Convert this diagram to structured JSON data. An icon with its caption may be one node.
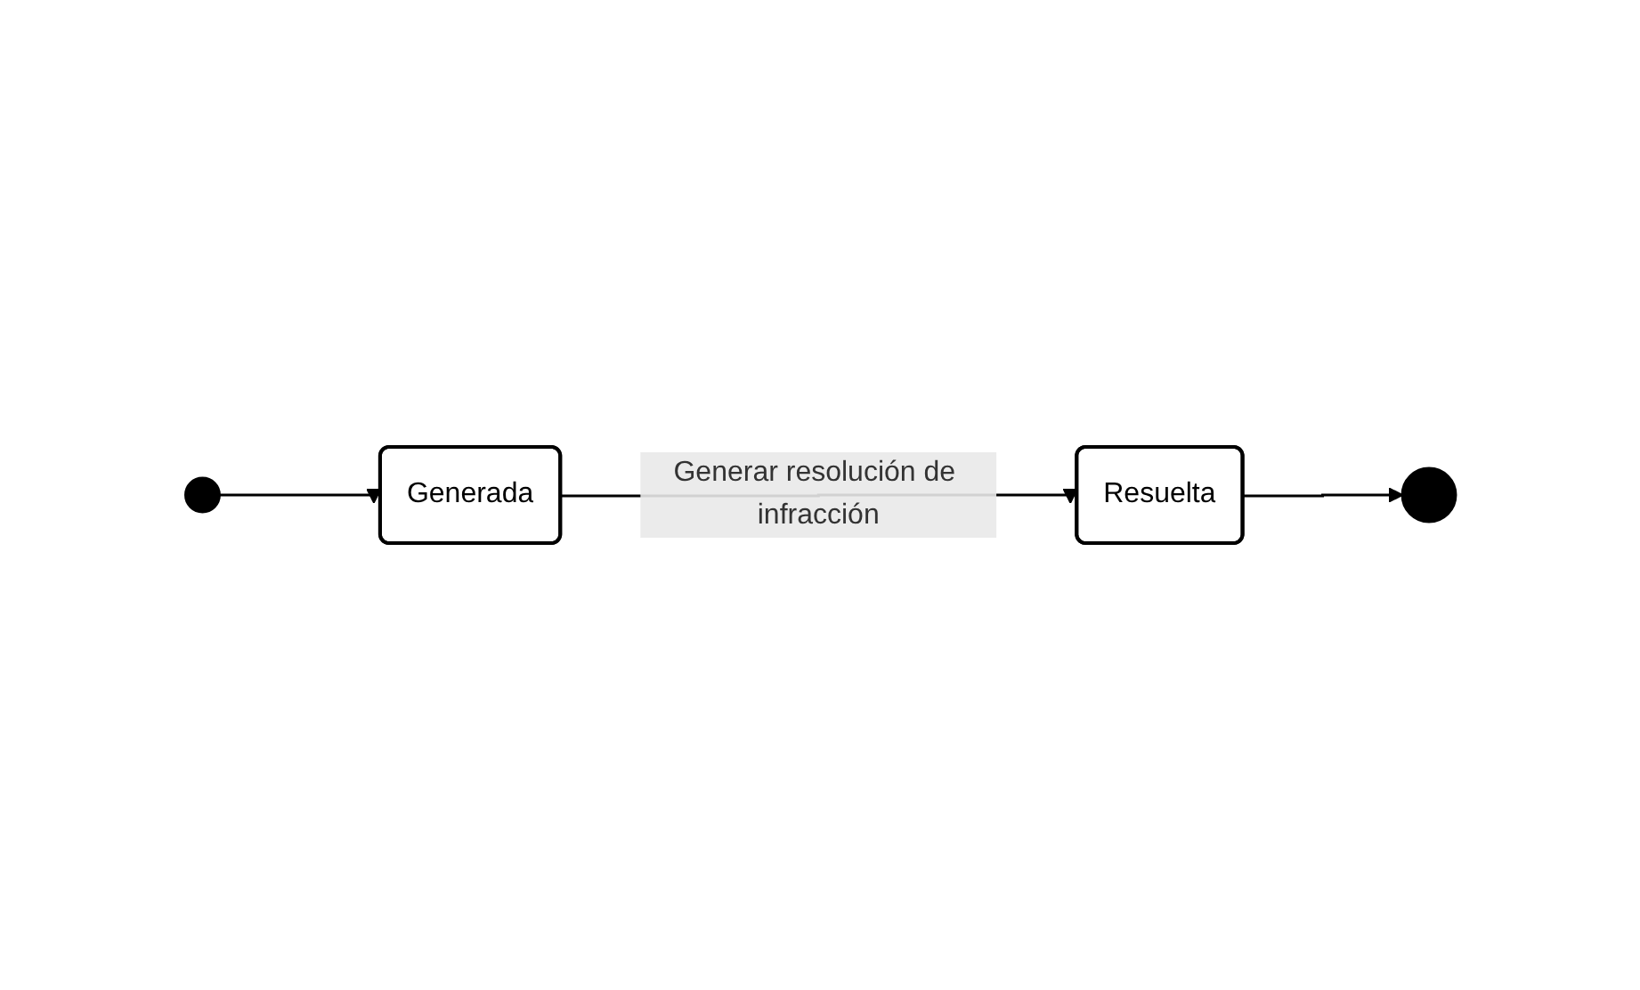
{
  "diagram": {
    "nodes": [
      {
        "text": [],
        "shape": "circle"
      },
      {
        "text": [
          "Generada"
        ]
      },
      {
        "text": [
          "Resuelta"
        ]
      },
      {
        "text": [],
        "shape": "circle"
      }
    ],
    "edges": [
      {
        "from": 0,
        "to": 1,
        "arrow": "to"
      },
      {
        "from": 1,
        "to": 2,
        "arrow": "to",
        "label": "Generar resolución de infracción"
      },
      {
        "from": 2,
        "to": 3,
        "arrow": "to"
      }
    ]
  }
}
